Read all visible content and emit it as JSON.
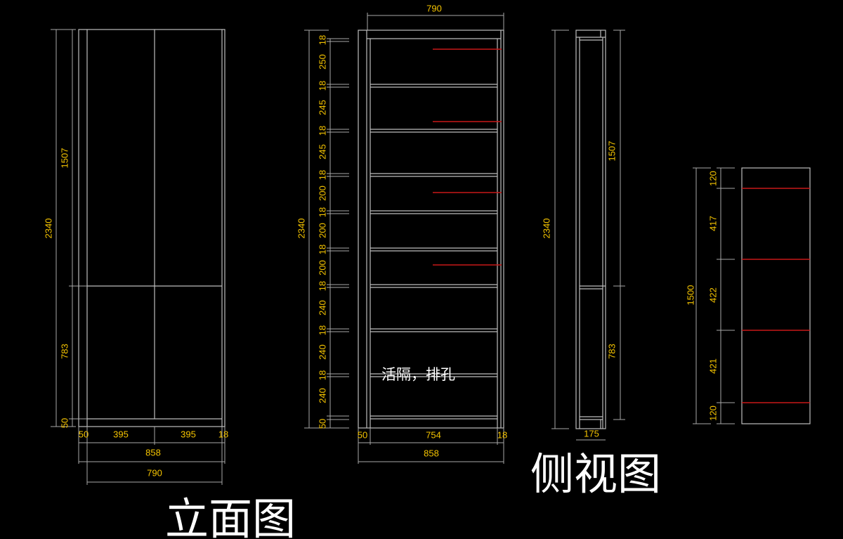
{
  "titles": {
    "elevation": "立面图",
    "side": "侧视图"
  },
  "note": "活隔，排孔",
  "colors": {
    "background": "#000000",
    "line": "#bdbdbd",
    "dimension_text": "#f5c400",
    "red_line": "#c81818"
  },
  "elevation": {
    "total_height": "2340",
    "upper": "1507",
    "lower": "783",
    "base": "50",
    "bottom_dims": [
      "50",
      "395",
      "395",
      "18"
    ],
    "overall_width": "858",
    "inner_width": "790"
  },
  "shelf_view": {
    "top_width": "790",
    "total_height": "2340",
    "vertical_dims": [
      "18",
      "250",
      "18",
      "245",
      "18",
      "245",
      "18",
      "200",
      "18",
      "200",
      "18",
      "200",
      "18",
      "240",
      "18",
      "240",
      "18",
      "240",
      "50"
    ],
    "bottom_dims": [
      "50",
      "754",
      "18"
    ],
    "overall_width": "858"
  },
  "side_view": {
    "total_height": "2340",
    "upper": "1507",
    "lower": "783",
    "depth": "175"
  },
  "panel_view": {
    "total_height": "1500",
    "dims": [
      "120",
      "417",
      "422",
      "421",
      "120"
    ]
  }
}
